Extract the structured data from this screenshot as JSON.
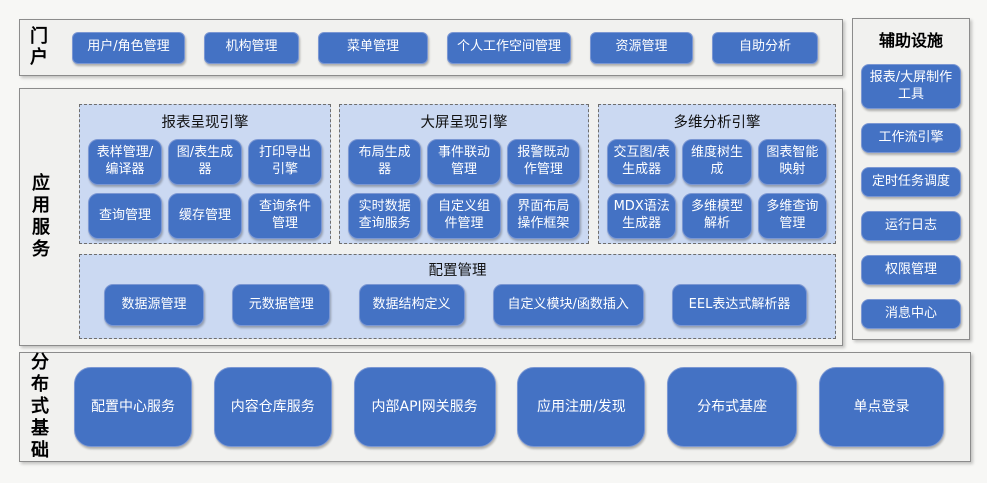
{
  "colors": {
    "accent_blue": "#4472c4",
    "panel_blue": "#cbd9f2",
    "section_gray": "#f1f1ef",
    "border_gray": "#8c8c8c"
  },
  "portal": {
    "label": "门户",
    "items": [
      "用户/角色管理",
      "机构管理",
      "菜单管理",
      "个人工作空间管理",
      "资源管理",
      "自助分析"
    ]
  },
  "app_services": {
    "label": "应用服务",
    "engines": [
      {
        "title": "报表呈现引擎",
        "items": [
          "表样管理/编译器",
          "图/表生成器",
          "打印导出引擎",
          "查询管理",
          "缓存管理",
          "查询条件管理"
        ]
      },
      {
        "title": "大屏呈现引擎",
        "items": [
          "布局生成器",
          "事件联动管理",
          "报警既动作管理",
          "实时数据查询服务",
          "自定义组件管理",
          "界面布局操作框架"
        ]
      },
      {
        "title": "多维分析引擎",
        "items": [
          "交互图/表生成器",
          "维度树生成",
          "图表智能映射",
          "MDX语法生成器",
          "多维模型解析",
          "多维查询管理"
        ]
      }
    ],
    "config": {
      "title": "配置管理",
      "items": [
        "数据源管理",
        "元数据管理",
        "数据结构定义",
        "自定义模块/函数插入",
        "EEL表达式解析器"
      ]
    }
  },
  "auxiliary": {
    "title": "辅助设施",
    "items": [
      "报表/大屏制作工具",
      "工作流引擎",
      "定时任务调度",
      "运行日志",
      "权限管理",
      "消息中心"
    ]
  },
  "distributed": {
    "label": "分布式基础",
    "items": [
      "配置中心服务",
      "内容仓库服务",
      "内部API网关服务",
      "应用注册/发现",
      "分布式基座",
      "单点登录"
    ]
  }
}
